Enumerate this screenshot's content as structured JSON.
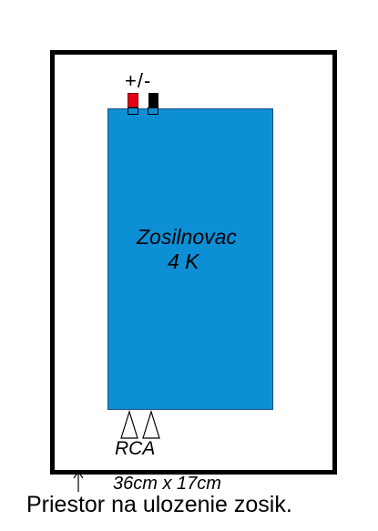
{
  "terminals": {
    "label": "+/-",
    "positive_color": "#e60014",
    "negative_color": "#000000"
  },
  "amplifier": {
    "name": "Zosilnovac",
    "model": "4 K",
    "color": "#0d8fd6"
  },
  "inputs": {
    "label": "RCA"
  },
  "dimensions": "36cm x 17cm",
  "caption": "Priestor na ulozenie zosik."
}
